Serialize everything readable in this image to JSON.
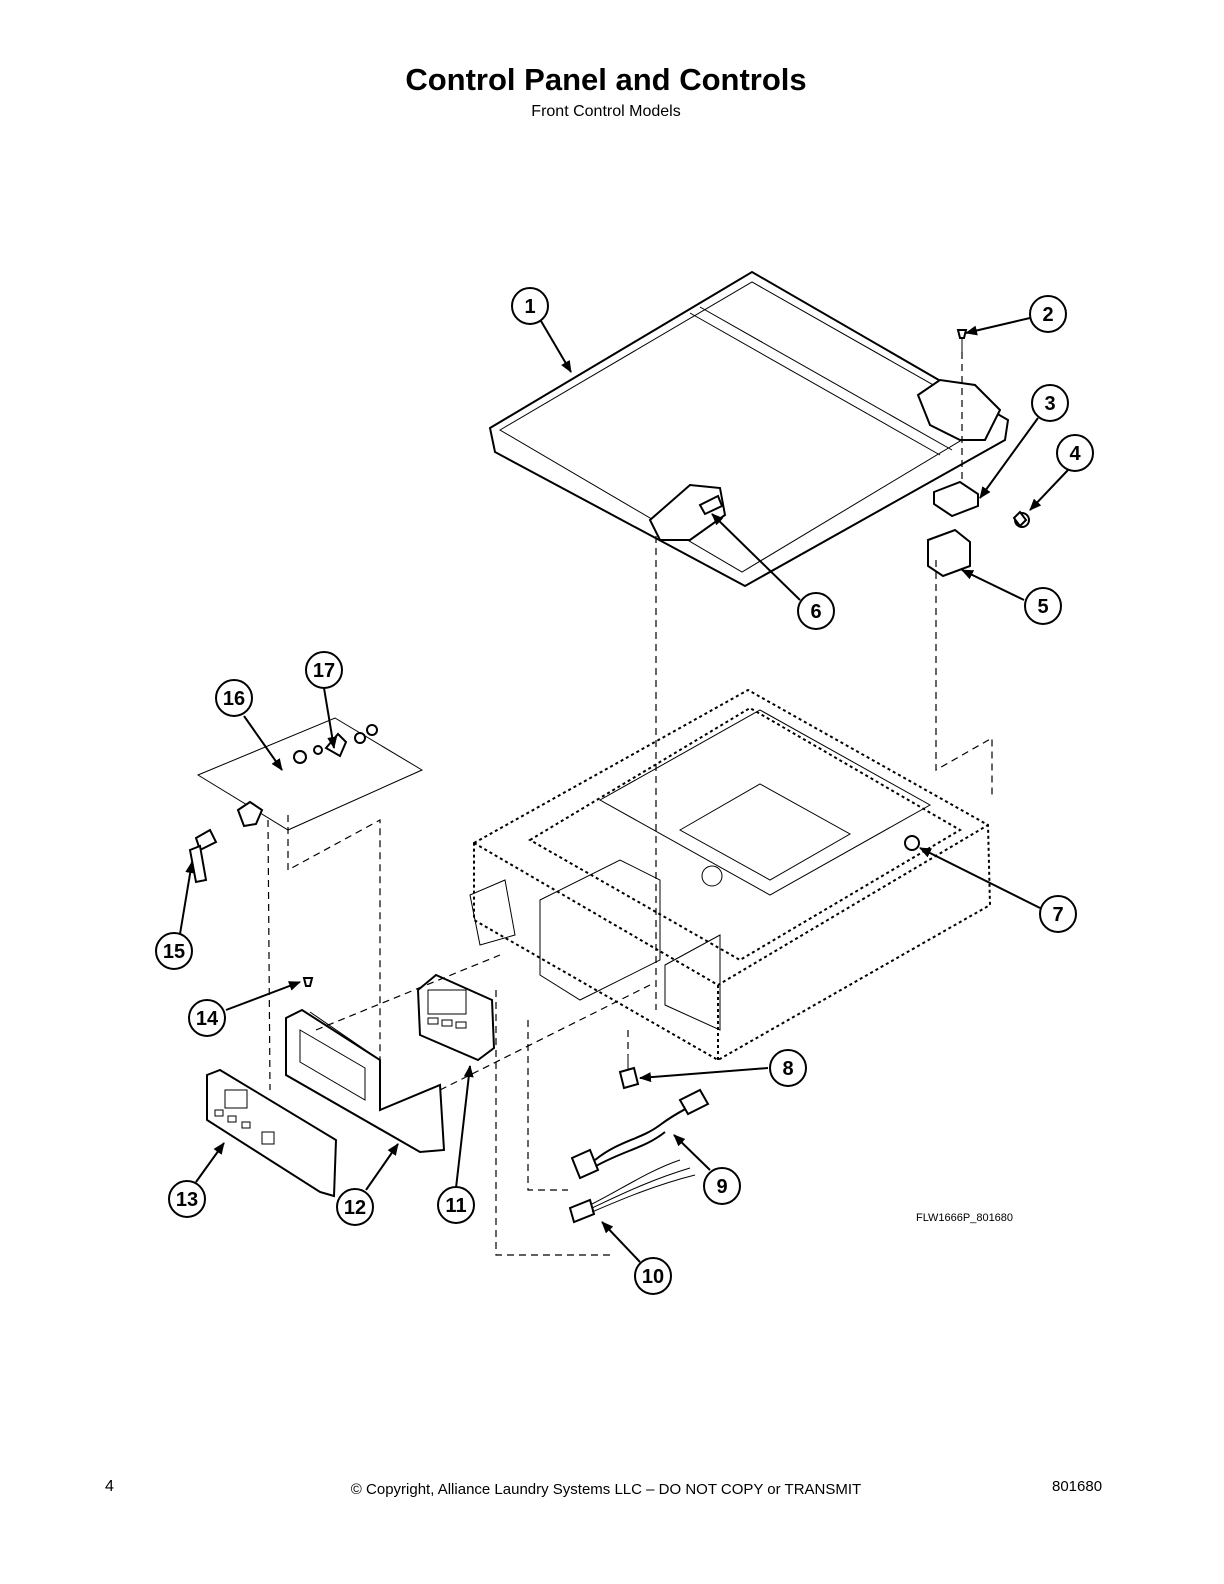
{
  "header": {
    "title": "Control Panel and Controls",
    "subtitle": "Front Control Models"
  },
  "figure": {
    "code": "FLW1666P_801680",
    "callouts": [
      "1",
      "2",
      "3",
      "4",
      "5",
      "6",
      "7",
      "8",
      "9",
      "10",
      "11",
      "12",
      "13",
      "14",
      "15",
      "16",
      "17"
    ]
  },
  "footer": {
    "page_number": "4",
    "copyright": "© Copyright, Alliance Laundry Systems LLC – DO NOT COPY or TRANSMIT",
    "doc_number": "801680"
  }
}
